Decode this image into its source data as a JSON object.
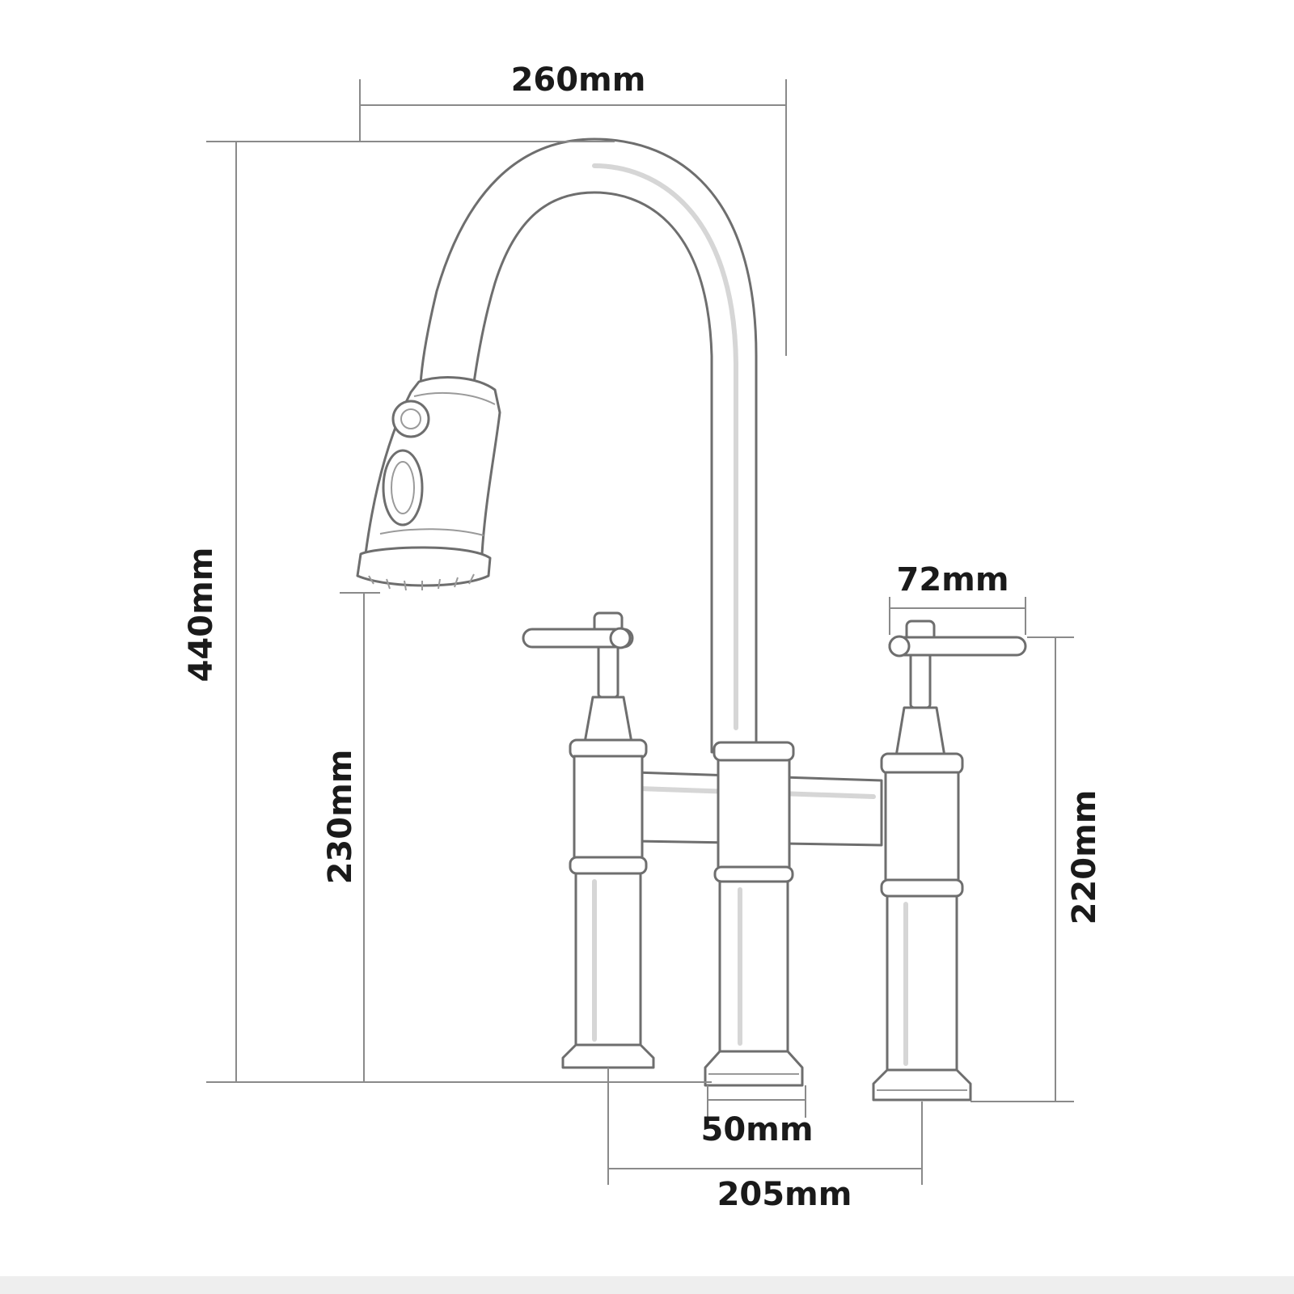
{
  "dimensions": {
    "spout_reach": "260mm",
    "total_height": "440mm",
    "spout_height": "230mm",
    "handle_height": "220mm",
    "handle_length": "72mm",
    "base_diameter": "50mm",
    "center_spread": "205mm"
  },
  "colors": {
    "outline": "#6e6e6e",
    "dimension_line": "#8a8a8a",
    "text": "#1a1a1a",
    "background": "#ffffff"
  }
}
